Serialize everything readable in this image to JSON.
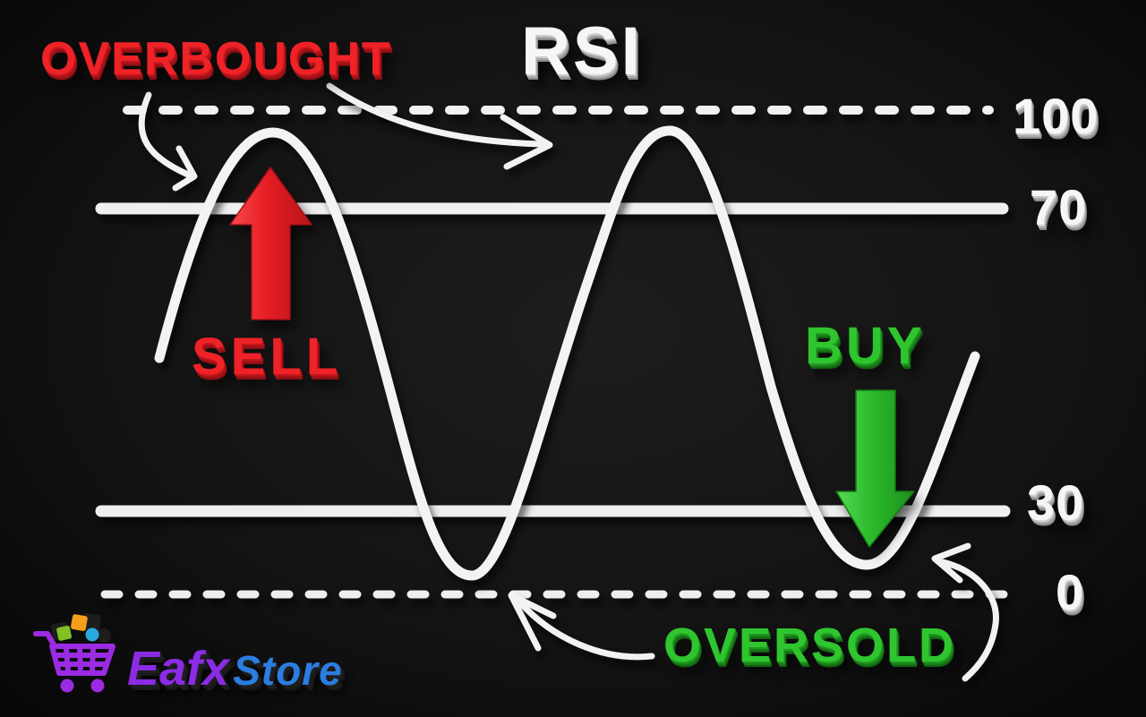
{
  "title": "RSI",
  "annotations": {
    "overbought": "OVERBOUGHT",
    "sell": "SELL",
    "buy": "BUY",
    "oversold": "OVERSOLD"
  },
  "levels": [
    {
      "value": "100",
      "line_style": "dashed"
    },
    {
      "value": "70",
      "line_style": "solid"
    },
    {
      "value": "30",
      "line_style": "solid"
    },
    {
      "value": "0",
      "line_style": "dashed"
    }
  ],
  "logo": {
    "brand": "Eafx",
    "suffix": "Store",
    "icon": "shopping-cart-icon"
  },
  "colors": {
    "background": "#0d0d0d",
    "white_elements": "#f3f3f3",
    "overbought_red": "#ee2227",
    "oversold_green": "#2fc52f",
    "logo_purple": "#8b2be4",
    "logo_blue": "#2b7de0",
    "logo_orange": "#f59e1b",
    "logo_lime": "#7fc122",
    "logo_cyan": "#2aa9e0"
  }
}
